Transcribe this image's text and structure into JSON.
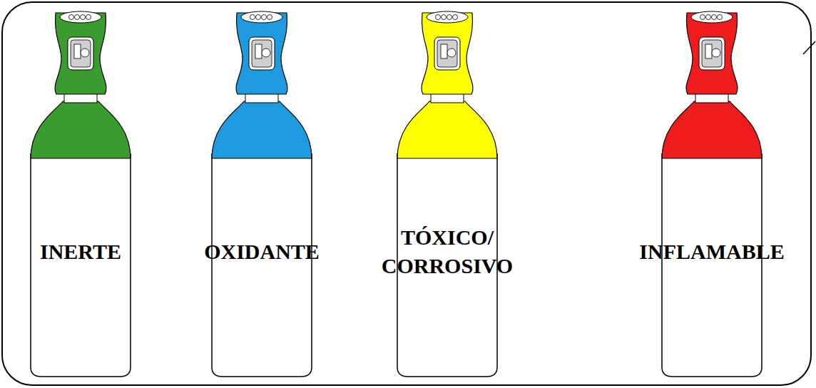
{
  "diagram": {
    "nodes": [
      {
        "text": [
          "INERTE"
        ]
      },
      {
        "text": [
          "OXIDANTE"
        ]
      },
      {
        "text": [
          "TÓXICO/ CORROSIVO"
        ]
      },
      {
        "text": [
          "INFLAMABLE"
        ]
      }
    ]
  }
}
